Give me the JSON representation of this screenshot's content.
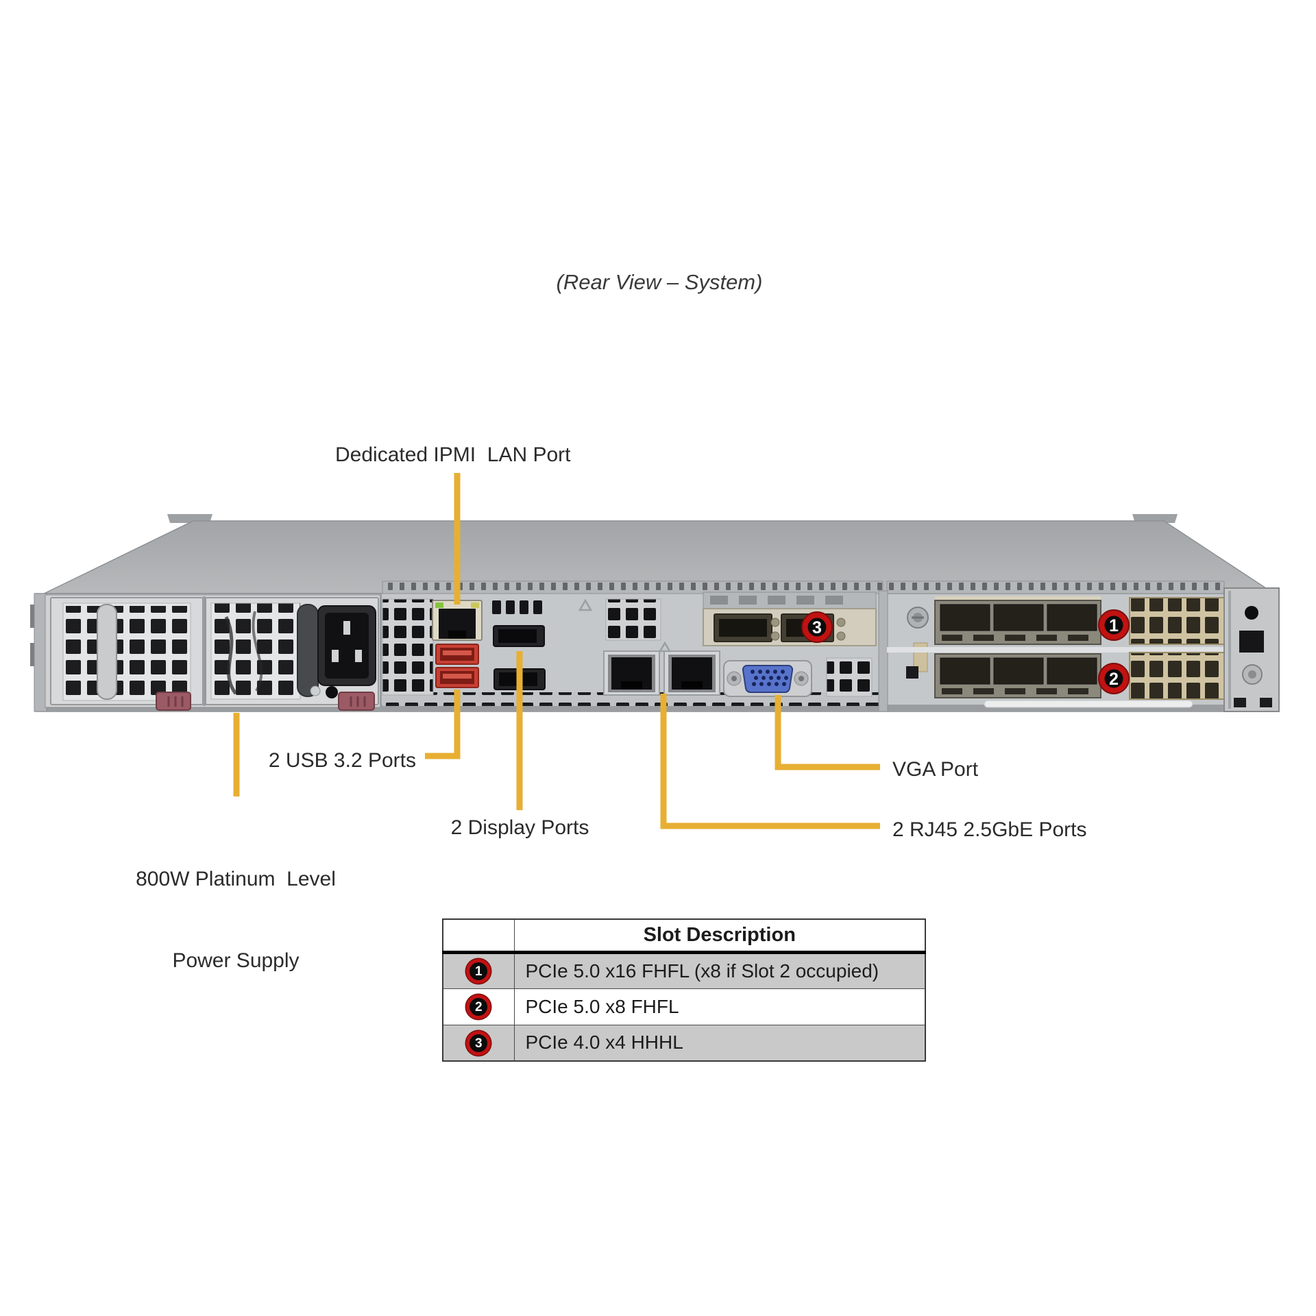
{
  "diagram": {
    "title": "(Rear View – System)"
  },
  "callouts": {
    "ipmi": "Dedicated IPMI  LAN Port",
    "usb": "2 USB 3.2 Ports",
    "psu_line1": "800W Platinum  Level",
    "psu_line2": "Power Supply",
    "display": "2 Display Ports",
    "vga": "VGA Port",
    "rj45": "2 RJ45 2.5GbE Ports"
  },
  "markers": {
    "slot1": "1",
    "slot2": "2",
    "slot3": "3"
  },
  "slot_table": {
    "header": "Slot Description",
    "rows": [
      {
        "num": "1",
        "desc": "PCIe 5.0 x16 FHFL (x8 if Slot 2 occupied)"
      },
      {
        "num": "2",
        "desc": "PCIe 5.0 x8 FHFL"
      },
      {
        "num": "3",
        "desc": "PCIe 4.0 x4 HHHL"
      }
    ]
  },
  "colors": {
    "callout_yellow": "#e7af33",
    "marker_red": "#c11212",
    "table_row_gray": "#c9c9c9",
    "chassis_face_gray": "#c5c8ca",
    "chassis_roof_gray": "#a8abad",
    "usb_port_red": "#c94034",
    "vga_blue": "#5873cb",
    "psu_latch_maroon": "#9b5a64"
  }
}
